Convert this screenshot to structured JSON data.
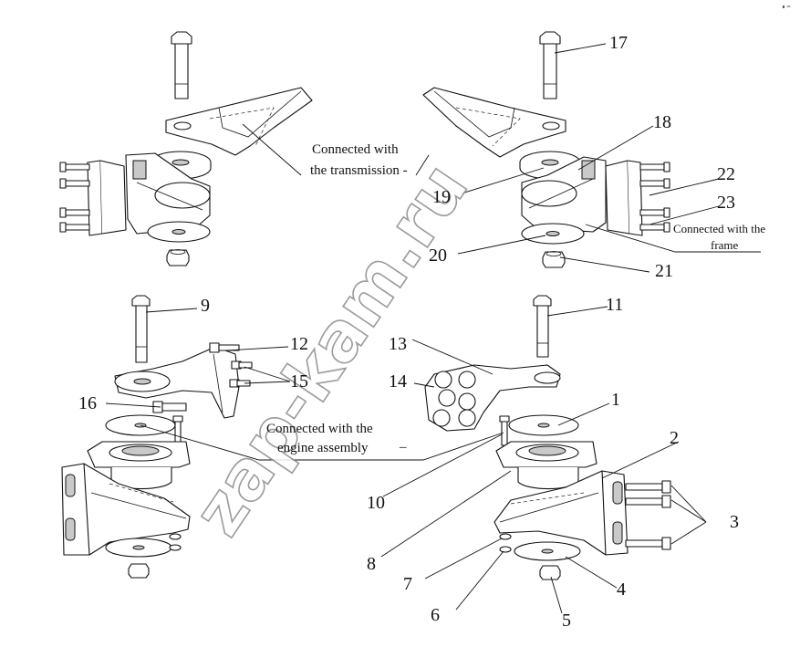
{
  "watermark": "zap-kam.ru",
  "corner_mark": "∎ ═",
  "annotations": {
    "transmission_line1": "Connected with",
    "transmission_line2": "the transmission -",
    "frame_line1": "Connected with the",
    "frame_line2": "frame",
    "engine_line1": "Connected with the",
    "engine_line2": "engine assembly",
    "engine_dash": "–"
  },
  "callouts": [
    "1",
    "2",
    "3",
    "4",
    "5",
    "6",
    "7",
    "8",
    "9",
    "10",
    "11",
    "12",
    "13",
    "14",
    "15",
    "16",
    "17",
    "18",
    "19",
    "20",
    "21",
    "22",
    "23"
  ]
}
